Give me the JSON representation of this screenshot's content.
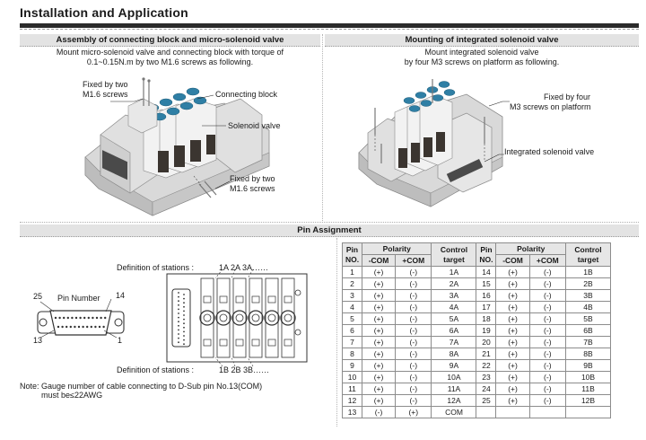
{
  "page": {
    "title": "Installation and Application"
  },
  "assembly": {
    "header": "Assembly of  connecting block and micro-solenoid valve",
    "desc_line1": "Mount micro-solenoid valve and connecting block with torque of",
    "desc_line2": "0.1~0.15N.m by two M1.6 screws as following.",
    "callouts": {
      "fixed_top_1": "Fixed by two",
      "fixed_top_2": "M1.6 screws",
      "connecting_block": "Connecting block",
      "solenoid_valve": "Solenoid valve",
      "fixed_bottom_1": "Fixed by two",
      "fixed_bottom_2": "M1.6 screws"
    }
  },
  "mounting": {
    "header": "Mounting of integrated solenoid valve",
    "desc_line1": "Mount integrated solenoid valve",
    "desc_line2": "by four M3 screws on platform as following.",
    "callouts": {
      "fixed_four_1": "Fixed by four",
      "fixed_four_2": "M3 screws on platform",
      "integrated_valve": "Integrated solenoid valve"
    }
  },
  "pin_assignment": {
    "header": "Pin Assignment",
    "connector": {
      "label": "Pin Number",
      "pin_25": "25",
      "pin_14": "14",
      "pin_13": "13",
      "pin_1": "1"
    },
    "stations": {
      "top_label": "Definition of stations :",
      "top_value": "1A  2A   3A……",
      "bottom_label": "Definition of stations :",
      "bottom_value": "1B  2B   3B……"
    },
    "note_line1": "Note: Gauge number of cable connecting to D-Sub pin No.13(COM)",
    "note_line2": "must be≤22AWG",
    "table": {
      "headers": {
        "pin_no": "Pin NO.",
        "polarity": "Polarity",
        "neg_com": "-COM",
        "pos_com": "+COM",
        "control_target": "Control target"
      },
      "left_rows": [
        {
          "pin": "1",
          "neg": "(+)",
          "pos": "(-)",
          "target": "1A"
        },
        {
          "pin": "2",
          "neg": "(+)",
          "pos": "(-)",
          "target": "2A"
        },
        {
          "pin": "3",
          "neg": "(+)",
          "pos": "(-)",
          "target": "3A"
        },
        {
          "pin": "4",
          "neg": "(+)",
          "pos": "(-)",
          "target": "4A"
        },
        {
          "pin": "5",
          "neg": "(+)",
          "pos": "(-)",
          "target": "5A"
        },
        {
          "pin": "6",
          "neg": "(+)",
          "pos": "(-)",
          "target": "6A"
        },
        {
          "pin": "7",
          "neg": "(+)",
          "pos": "(-)",
          "target": "7A"
        },
        {
          "pin": "8",
          "neg": "(+)",
          "pos": "(-)",
          "target": "8A"
        },
        {
          "pin": "9",
          "neg": "(+)",
          "pos": "(-)",
          "target": "9A"
        },
        {
          "pin": "10",
          "neg": "(+)",
          "pos": "(-)",
          "target": "10A"
        },
        {
          "pin": "11",
          "neg": "(+)",
          "pos": "(-)",
          "target": "11A"
        },
        {
          "pin": "12",
          "neg": "(+)",
          "pos": "(-)",
          "target": "12A"
        },
        {
          "pin": "13",
          "neg": "(-)",
          "pos": "(+)",
          "target": "COM"
        }
      ],
      "right_rows": [
        {
          "pin": "14",
          "neg": "(+)",
          "pos": "(-)",
          "target": "1B"
        },
        {
          "pin": "15",
          "neg": "(+)",
          "pos": "(-)",
          "target": "2B"
        },
        {
          "pin": "16",
          "neg": "(+)",
          "pos": "(-)",
          "target": "3B"
        },
        {
          "pin": "17",
          "neg": "(+)",
          "pos": "(-)",
          "target": "4B"
        },
        {
          "pin": "18",
          "neg": "(+)",
          "pos": "(-)",
          "target": "5B"
        },
        {
          "pin": "19",
          "neg": "(+)",
          "pos": "(-)",
          "target": "6B"
        },
        {
          "pin": "20",
          "neg": "(+)",
          "pos": "(-)",
          "target": "7B"
        },
        {
          "pin": "21",
          "neg": "(+)",
          "pos": "(-)",
          "target": "8B"
        },
        {
          "pin": "22",
          "neg": "(+)",
          "pos": "(-)",
          "target": "9B"
        },
        {
          "pin": "23",
          "neg": "(+)",
          "pos": "(-)",
          "target": "10B"
        },
        {
          "pin": "24",
          "neg": "(+)",
          "pos": "(-)",
          "target": "11B"
        },
        {
          "pin": "25",
          "neg": "(+)",
          "pos": "(-)",
          "target": "12B"
        }
      ]
    }
  }
}
